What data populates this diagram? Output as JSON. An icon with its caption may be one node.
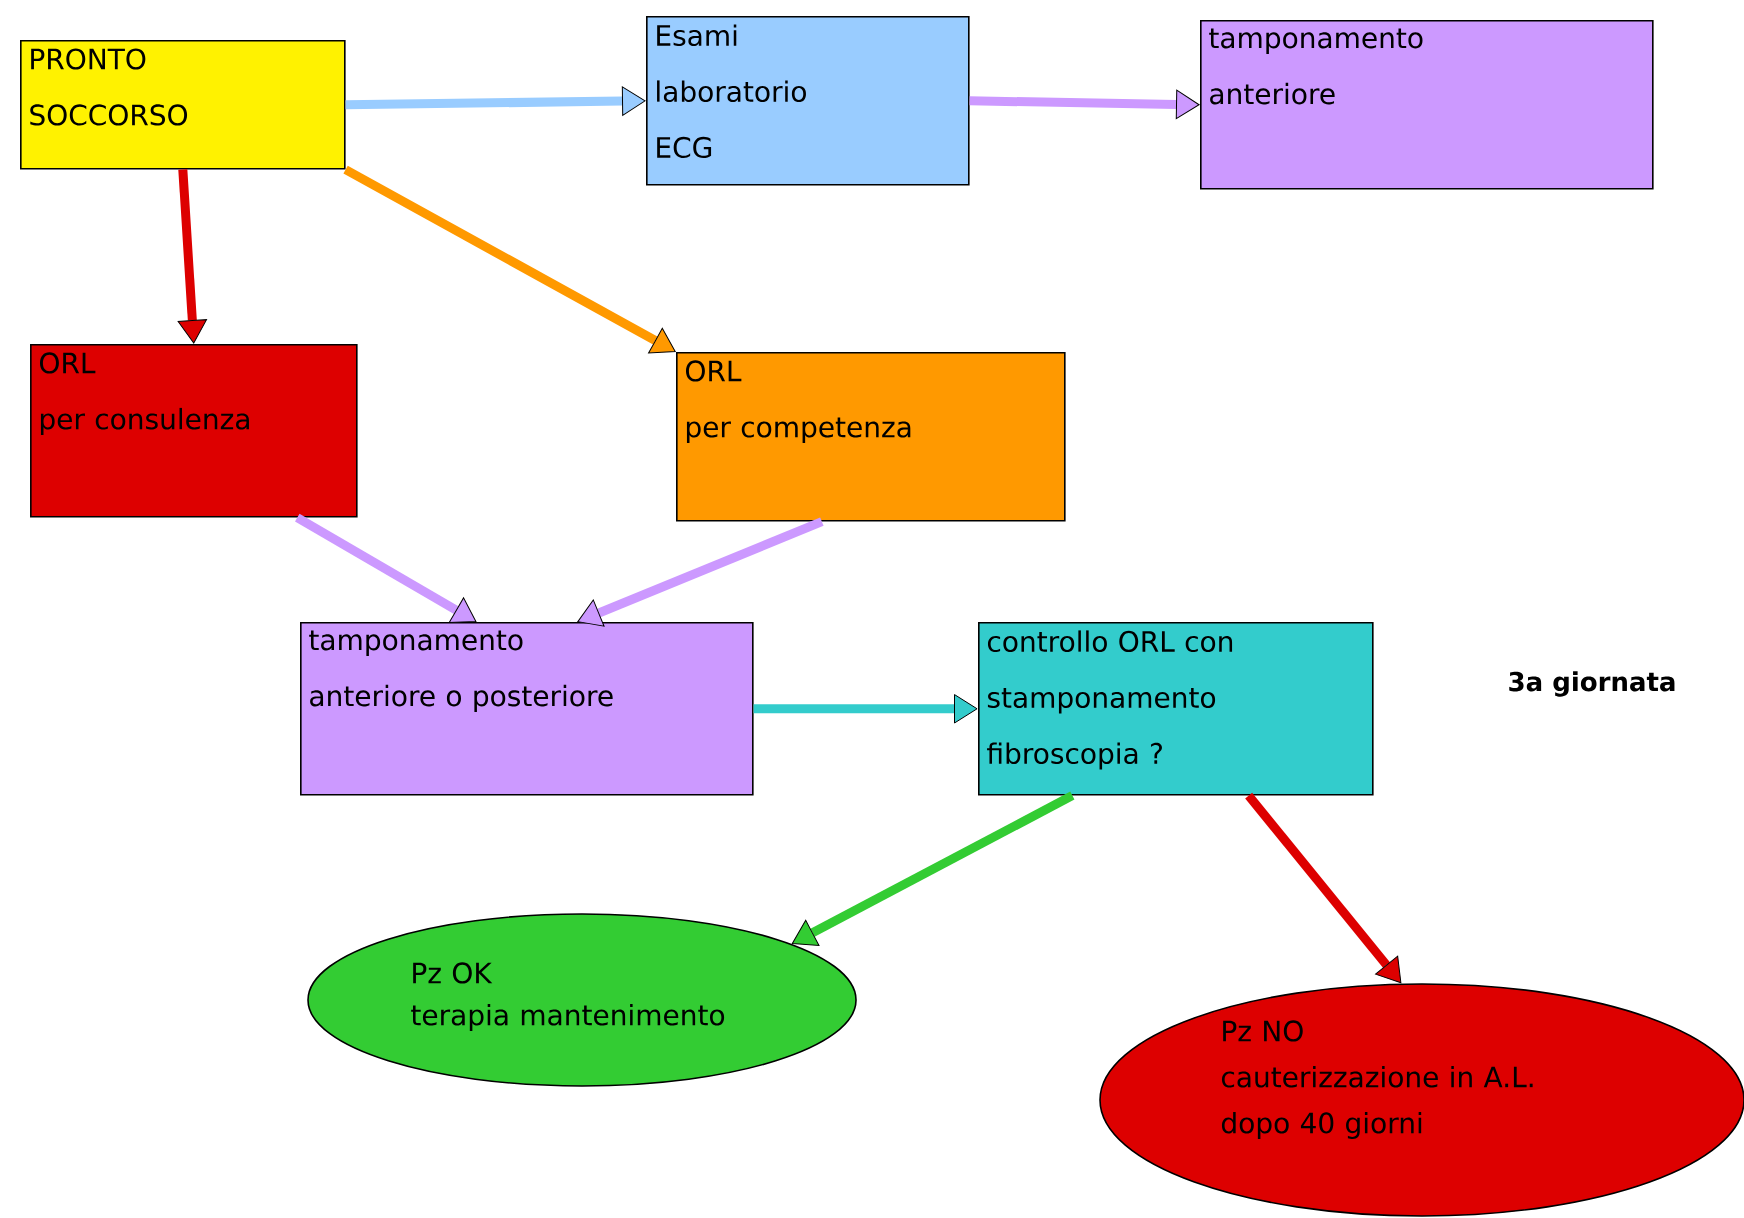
{
  "diagram": {
    "nodes": [
      {
        "text": [
          "PRONTO SOCCORSO"
        ]
      },
      {
        "text": [
          "Esami laboratorio ECG"
        ]
      },
      {
        "text": [
          "tamponamento anteriore"
        ]
      },
      {
        "text": [
          "ORL",
          "per consulenza"
        ]
      },
      {
        "text": [
          "ORL",
          "per competenza"
        ]
      },
      {
        "text": [
          "tamponamento anteriore o posteriore"
        ]
      },
      {
        "text": [
          "controllo ORL con stamponamento fibroscopia ?"
        ]
      },
      {
        "text": [
          "Pz OK",
          "terapia mantenimento"
        ]
      },
      {
        "text": [
          "Pz NO",
          "cauterizzazione in A.L. dopo 40 giorni"
        ]
      }
    ],
    "edges": [
      {
        "from": 0,
        "to": 1,
        "arrow": "to",
        "color": "#99ccff"
      },
      {
        "from": 1,
        "to": 2,
        "arrow": "to",
        "color": "#cc99ff"
      },
      {
        "from": 0,
        "to": 3,
        "arrow": "to",
        "color": "#dd0000"
      },
      {
        "from": 0,
        "to": 4,
        "arrow": "to",
        "color": "#ff9900"
      },
      {
        "from": 3,
        "to": 5,
        "arrow": "to",
        "color": "#cc99ff"
      },
      {
        "from": 4,
        "to": 5,
        "arrow": "to",
        "color": "#cc99ff"
      },
      {
        "from": 5,
        "to": 6,
        "arrow": "to",
        "color": "#33cccc"
      },
      {
        "from": 6,
        "to": 7,
        "arrow": "to",
        "color": "#33cc33"
      },
      {
        "from": 6,
        "to": 8,
        "arrow": "to",
        "color": "#dd0000"
      }
    ],
    "labels": [
      "3a giornata"
    ]
  }
}
